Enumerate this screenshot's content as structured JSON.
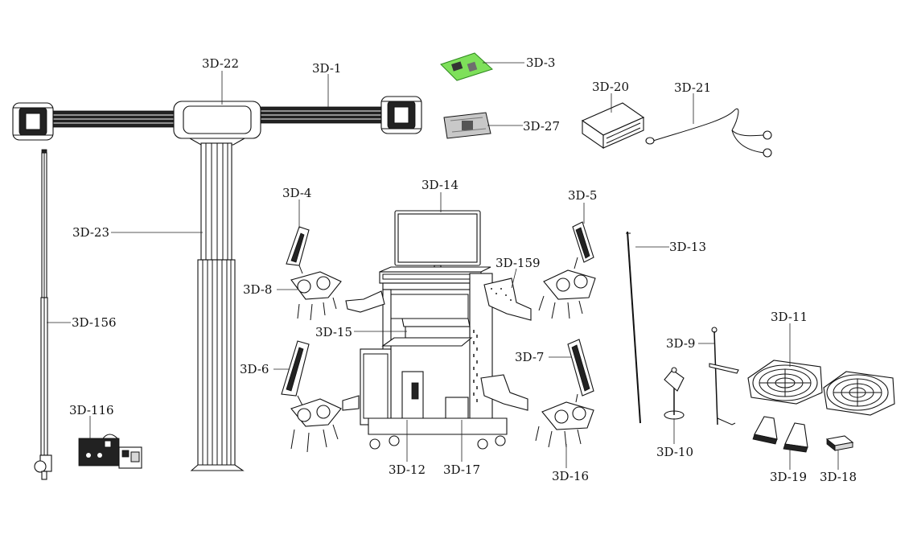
{
  "diagram": {
    "labels": {
      "3D-1": "3D-1",
      "3D-3": "3D-3",
      "3D-4": "3D-4",
      "3D-5": "3D-5",
      "3D-6": "3D-6",
      "3D-7": "3D-7",
      "3D-8": "3D-8",
      "3D-9": "3D-9",
      "3D-10": "3D-10",
      "3D-11": "3D-11",
      "3D-12": "3D-12",
      "3D-13": "3D-13",
      "3D-14": "3D-14",
      "3D-15": "3D-15",
      "3D-16": "3D-16",
      "3D-17": "3D-17",
      "3D-18": "3D-18",
      "3D-19": "3D-19",
      "3D-20": "3D-20",
      "3D-21": "3D-21",
      "3D-22": "3D-22",
      "3D-23": "3D-23",
      "3D-27": "3D-27",
      "3D-116": "3D-116",
      "3D-156": "3D-156",
      "3D-159": "3D-159"
    },
    "colors": {
      "line": "#111111",
      "highlight_part": "#7ee05a",
      "background": "#ffffff"
    }
  }
}
